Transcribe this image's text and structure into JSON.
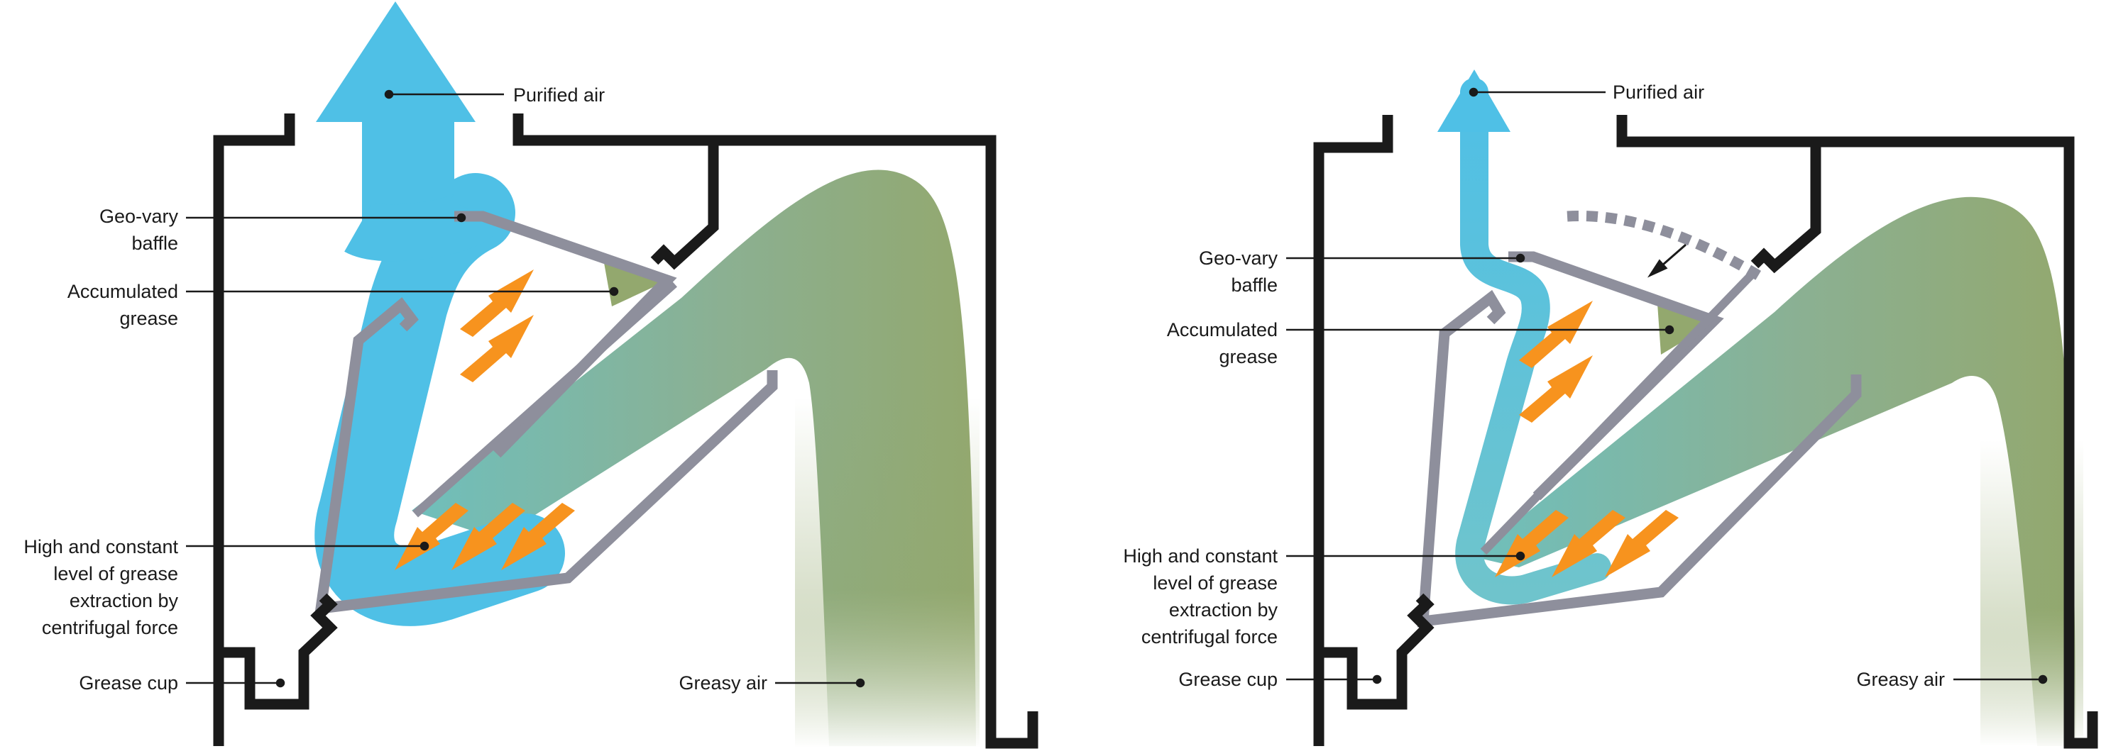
{
  "colors": {
    "housing": "#1a1a1a",
    "baffle": "#8e8f9c",
    "purified_air": "#4fc0e6",
    "greasy_air_dark": "#93a86e",
    "greasy_air_teal": "#6fbfbc",
    "grease_arrow": "#f7931e",
    "accumulated_grease": "#93a86e",
    "leader_line": "#1a1a1a"
  },
  "icons": [
    "upward-air-arrow",
    "grease-force-arrow",
    "motion-arrow"
  ],
  "panels": [
    {
      "labels": {
        "purified_air": "Purified air",
        "baffle_line1": "Geo-vary",
        "baffle_line2": "baffle",
        "grease_line1": "Accumulated",
        "grease_line2": "grease",
        "extraction_line1": "High and constant",
        "extraction_line2": "level of grease",
        "extraction_line3": "extraction by",
        "extraction_line4": "centrifugal force",
        "grease_cup": "Grease cup",
        "greasy_air": "Greasy air"
      }
    },
    {
      "labels": {
        "purified_air": "Purified air",
        "baffle_line1": "Geo-vary",
        "baffle_line2": "baffle",
        "grease_line1": "Accumulated",
        "grease_line2": "grease",
        "extraction_line1": "High and constant",
        "extraction_line2": "level of grease",
        "extraction_line3": "extraction by",
        "extraction_line4": "centrifugal force",
        "grease_cup": "Grease cup",
        "greasy_air": "Greasy air"
      }
    }
  ]
}
